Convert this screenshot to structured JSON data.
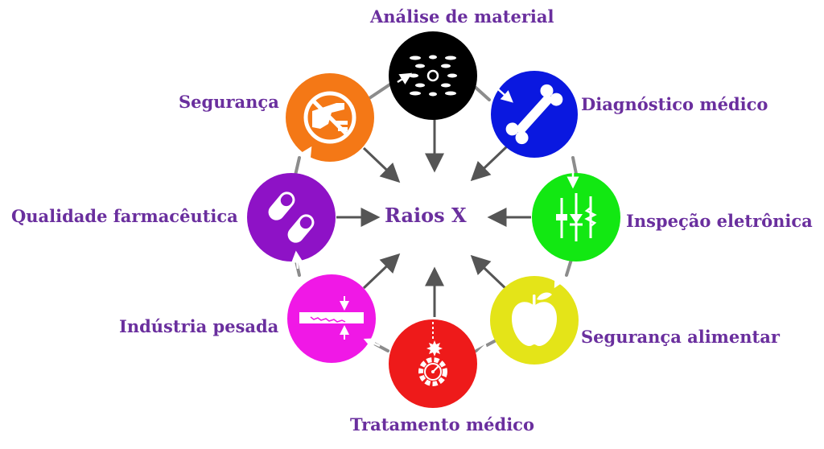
{
  "center": {
    "label": "Raios X"
  },
  "nodes": [
    {
      "id": "material",
      "label": "Análise de material",
      "color": "#000000",
      "icon": "x-ray-diffraction-icon"
    },
    {
      "id": "diagnostico",
      "label": "Diagnóstico médico",
      "color": "#0a18e0",
      "icon": "bone-icon"
    },
    {
      "id": "eletronica",
      "label": "Inspeção eletrônica",
      "color": "#12e812",
      "icon": "circuit-icon"
    },
    {
      "id": "alimentar",
      "label": "Segurança alimentar",
      "color": "#e4e418",
      "icon": "apple-icon"
    },
    {
      "id": "tratamento",
      "label": "Tratamento médico",
      "color": "#ee1a1a",
      "icon": "radiation-therapy-icon"
    },
    {
      "id": "industria",
      "label": "Indústria pesada",
      "color": "#f018e6",
      "icon": "weld-inspection-icon"
    },
    {
      "id": "farmaceutica",
      "label": "Qualidade farmacêutica",
      "color": "#8e12c6",
      "icon": "capsules-icon"
    },
    {
      "id": "seguranca",
      "label": "Segurança",
      "color": "#f47816",
      "icon": "no-weapons-icon"
    }
  ]
}
